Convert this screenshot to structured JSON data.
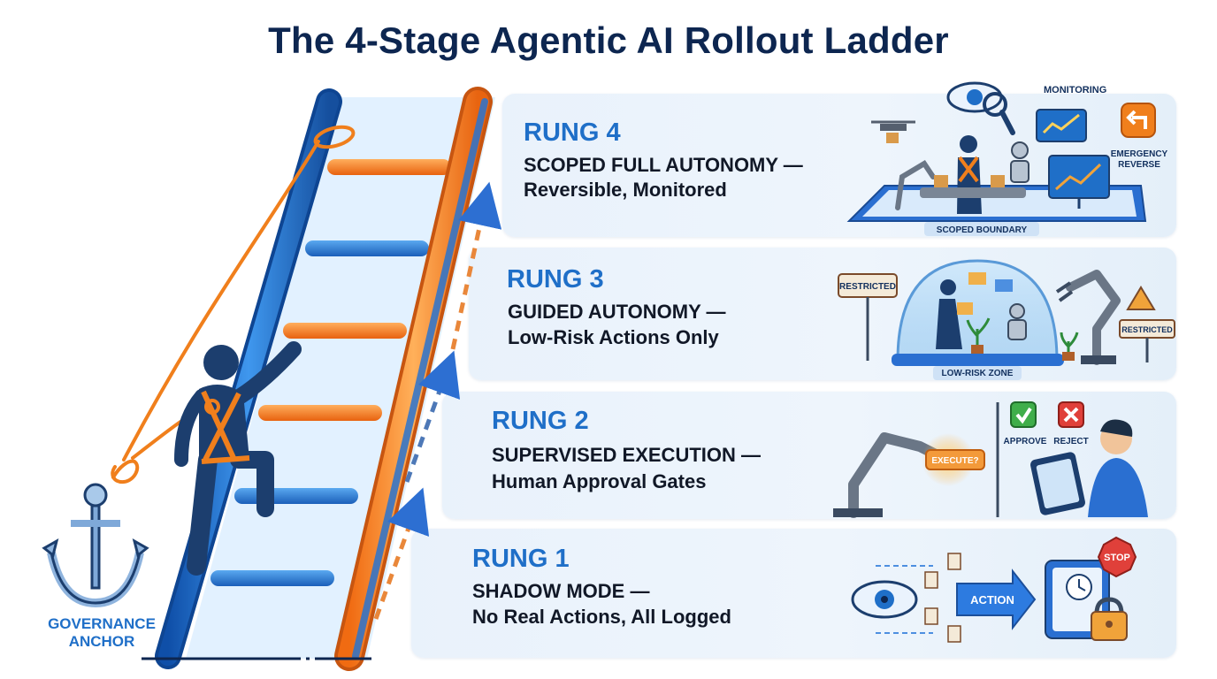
{
  "title": "The 4-Stage Agentic AI Rollout Ladder",
  "anchor": {
    "line1": "GOVERNANCE",
    "line2": "ANCHOR"
  },
  "rungs": [
    {
      "title": "RUNG 4",
      "line1": "SCOPED FULL AUTONOMY —",
      "line2": "Reversible, Monitored",
      "labels": {
        "monitoring": "MONITORING",
        "emergency1": "EMERGENCY",
        "emergency2": "REVERSE",
        "boundary": "SCOPED BOUNDARY"
      }
    },
    {
      "title": "RUNG 3",
      "line1": "GUIDED AUTONOMY —",
      "line2": "Low-Risk Actions Only",
      "labels": {
        "restricted_left": "RESTRICTED",
        "restricted_right": "RESTRICTED",
        "zone": "LOW-RISK ZONE"
      }
    },
    {
      "title": "RUNG 2",
      "line1": "SUPERVISED EXECUTION —",
      "line2": "Human Approval Gates",
      "labels": {
        "execute": "EXECUTE?",
        "approve": "APPROVE",
        "reject": "REJECT"
      }
    },
    {
      "title": "RUNG 1",
      "line1": "SHADOW MODE —",
      "line2": "No Real Actions, All Logged",
      "labels": {
        "action": "ACTION",
        "stop": "STOP"
      }
    }
  ],
  "colors": {
    "title": "#0d2650",
    "rung_title": "#1f6fc8",
    "ladder_blue": "#1e6fd0",
    "ladder_orange": "#f07f1c"
  }
}
